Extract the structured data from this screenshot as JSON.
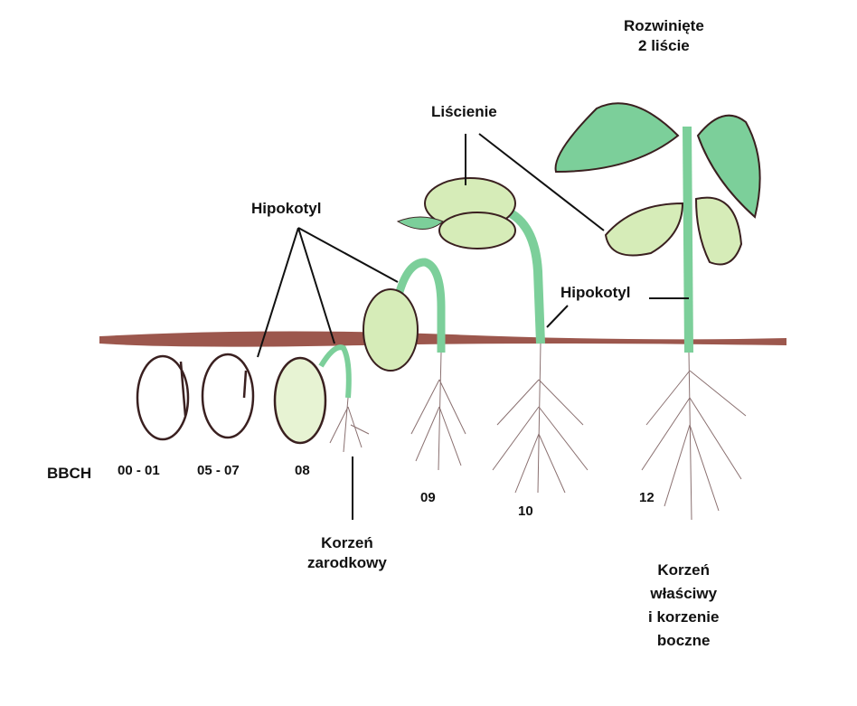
{
  "labels": {
    "developed_leaves": [
      "Rozwinięte",
      "2 liście"
    ],
    "cotyledons": "Liścienie",
    "hypocotyl_left": "Hipokotyl",
    "hypocotyl_right": "Hipokotyl",
    "radicle": [
      "Korzeń",
      "zarodkowy"
    ],
    "true_root": [
      "Korzeń",
      "właściwy",
      "i korzenie",
      "boczne"
    ]
  },
  "bbch": {
    "title": "BBCH",
    "stages": [
      "00  - 01",
      "05  - 07",
      "08",
      "09",
      "10",
      "12"
    ]
  },
  "colors": {
    "soil": "#8b3a2e",
    "stem": "#7ccf9a",
    "leaf": "#d6ecb8",
    "outline": "#3a2020"
  }
}
